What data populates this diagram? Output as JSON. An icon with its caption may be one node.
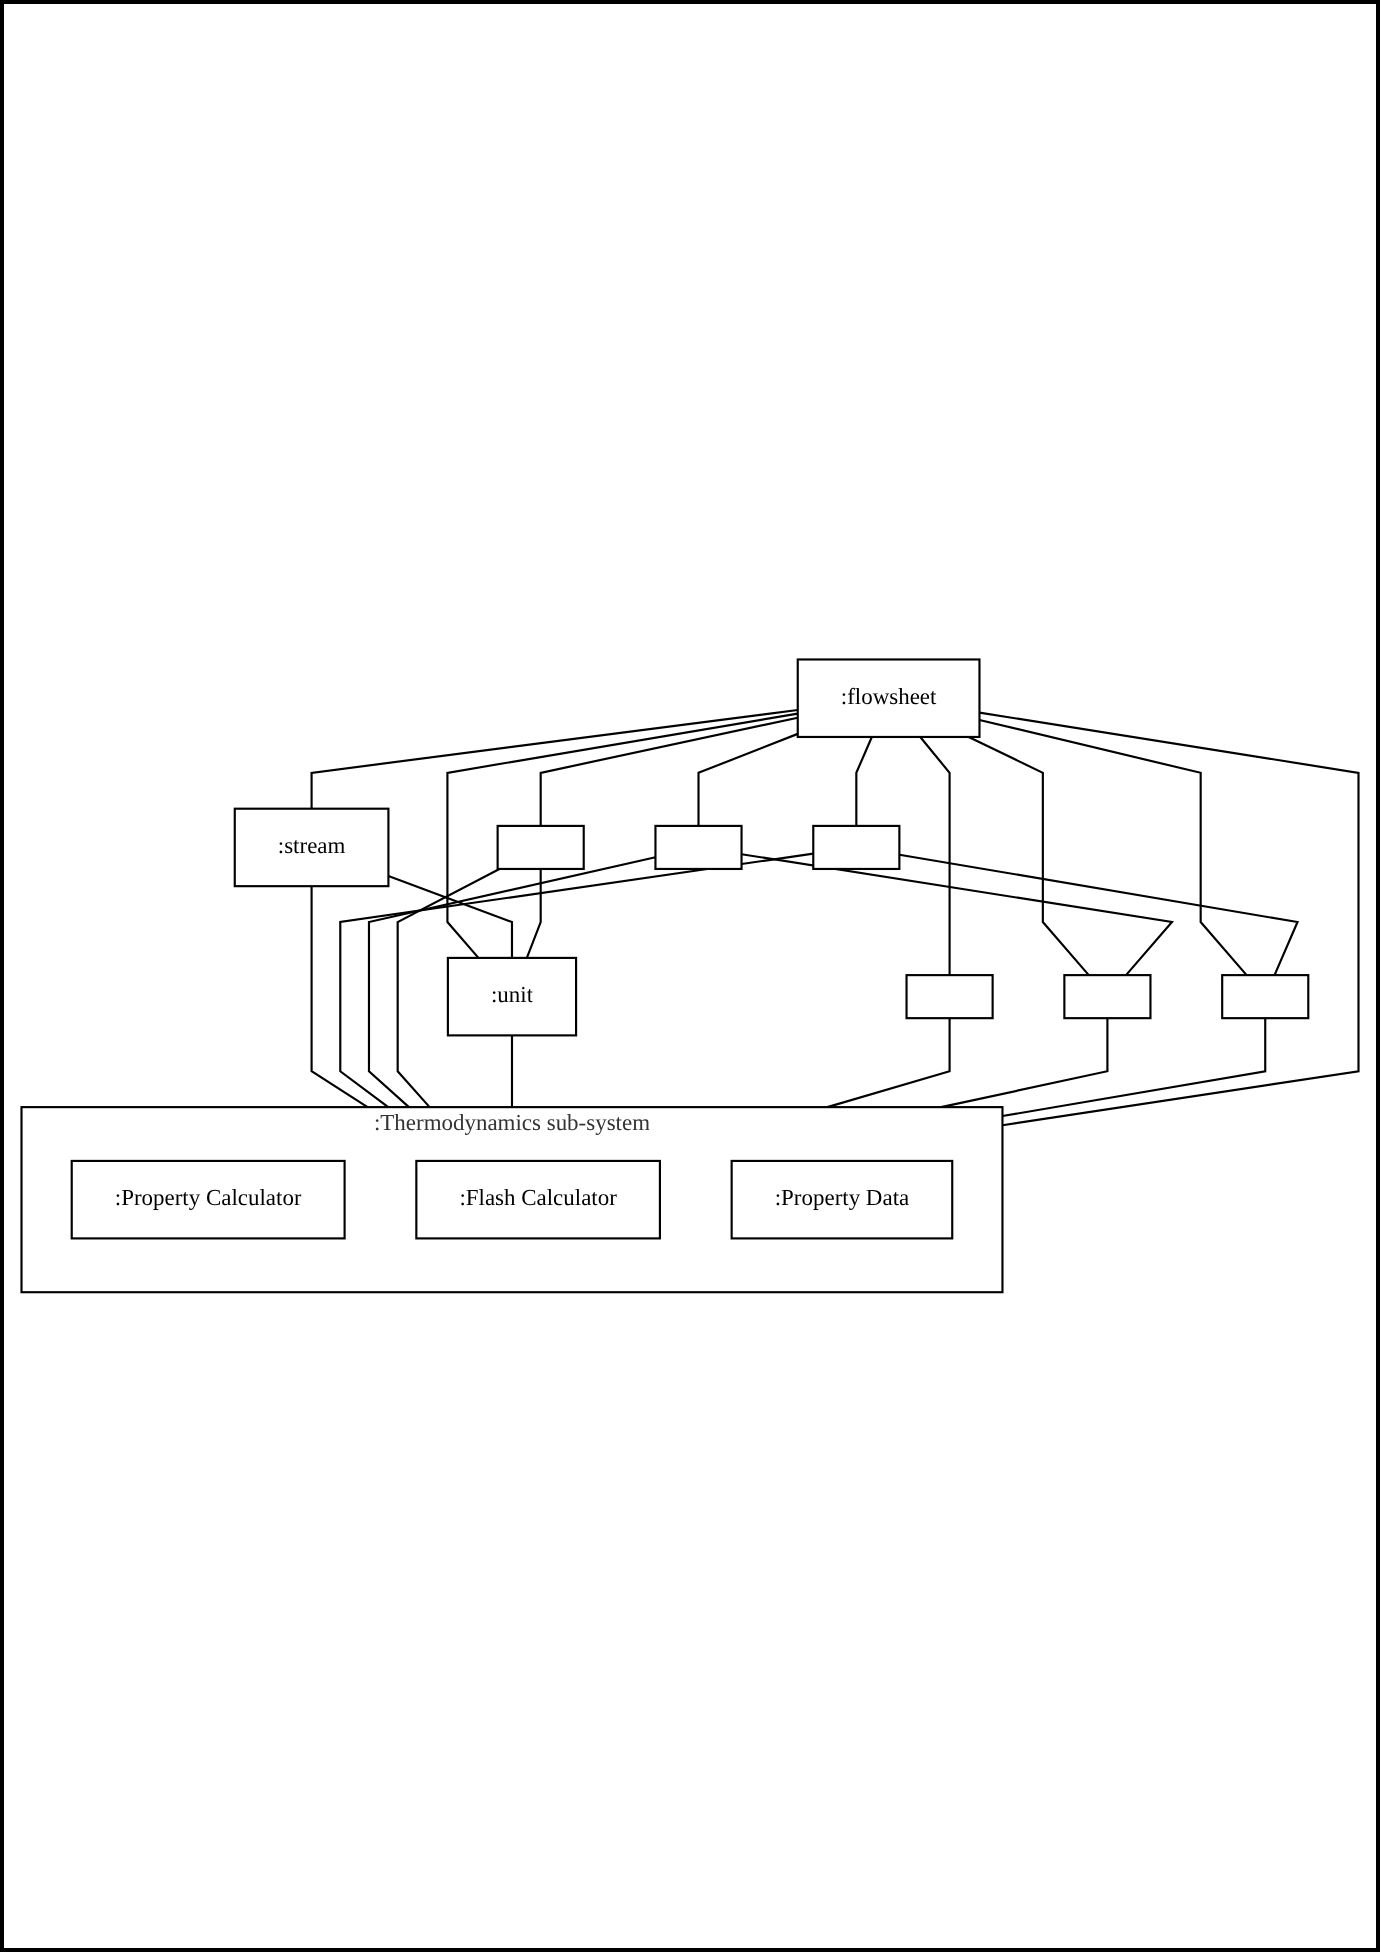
{
  "diagram": {
    "nodes": [
      {
        "text": [
          ":flowsheet"
        ]
      },
      {
        "text": [
          ":stream"
        ]
      },
      {
        "text": [],
        "shape": "box"
      },
      {
        "text": [],
        "shape": "box"
      },
      {
        "text": [],
        "shape": "box"
      },
      {
        "text": [
          ":unit"
        ]
      },
      {
        "text": [],
        "shape": "box"
      },
      {
        "text": [],
        "shape": "box"
      },
      {
        "text": [],
        "shape": "box"
      },
      {
        "text": [
          ":Thermodynamics sub-system"
        ]
      },
      {
        "text": [
          ":Property Calculator"
        ],
        "in": 9
      },
      {
        "text": [
          ":Flash Calculator"
        ],
        "in": 9
      },
      {
        "text": [
          ":Property Data"
        ],
        "in": 9
      }
    ],
    "edges": [
      {
        "from": 0,
        "to": 1,
        "arrow": "none"
      },
      {
        "from": 0,
        "to": 2,
        "arrow": "none"
      },
      {
        "from": 0,
        "to": 3,
        "arrow": "none"
      },
      {
        "from": 0,
        "to": 4,
        "arrow": "none"
      },
      {
        "from": 0,
        "to": 5,
        "arrow": "none"
      },
      {
        "from": 0,
        "to": 6,
        "arrow": "none"
      },
      {
        "from": 0,
        "to": 7,
        "arrow": "none"
      },
      {
        "from": 0,
        "to": 8,
        "arrow": "none"
      },
      {
        "from": 1,
        "to": 5,
        "arrow": "none"
      },
      {
        "from": 2,
        "to": 8,
        "arrow": "none"
      },
      {
        "from": 3,
        "to": 7,
        "arrow": "none"
      },
      {
        "from": 4,
        "to": 5,
        "arrow": "none"
      },
      {
        "from": 1,
        "to": 9,
        "arrow": "none"
      },
      {
        "from": 2,
        "to": 9,
        "arrow": "none"
      },
      {
        "from": 3,
        "to": 9,
        "arrow": "none"
      },
      {
        "from": 4,
        "to": 9,
        "arrow": "none"
      },
      {
        "from": 5,
        "to": 9,
        "arrow": "none"
      },
      {
        "from": 6,
        "to": 9,
        "arrow": "none"
      },
      {
        "from": 7,
        "to": 9,
        "arrow": "none"
      },
      {
        "from": 8,
        "to": 9,
        "arrow": "none"
      },
      {
        "from": 0,
        "to": 9,
        "arrow": "none"
      }
    ]
  }
}
